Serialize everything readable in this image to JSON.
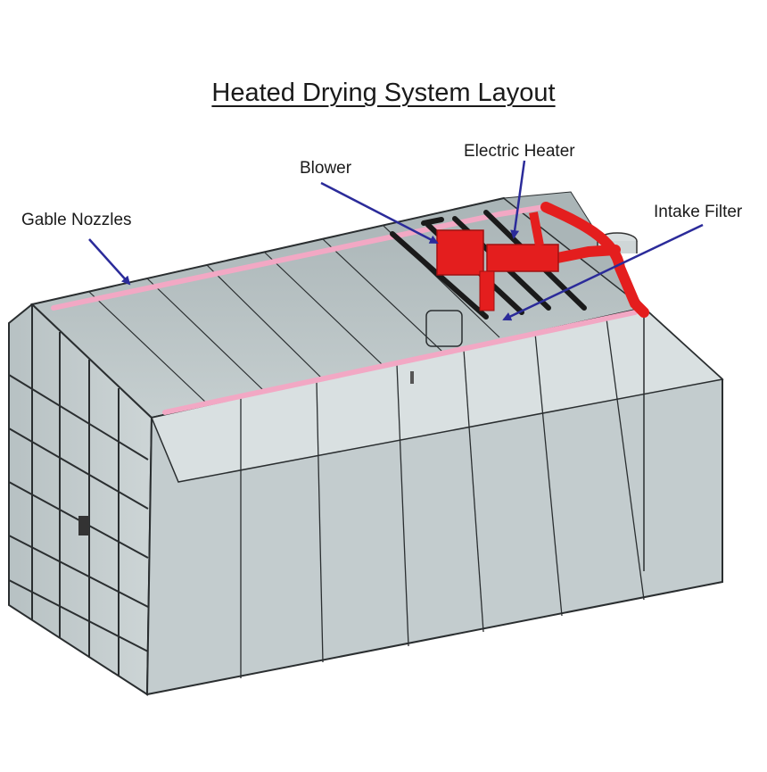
{
  "title": "Heated Drying System Layout",
  "labels": {
    "gable_nozzles": "Gable Nozzles",
    "blower": "Blower",
    "electric_heater": "Electric Heater",
    "intake_filter": "Intake Filter"
  },
  "colors": {
    "enclosure_fill": "#c9d2d3",
    "enclosure_line": "#2a2e30",
    "nozzle_pipe": "#f2a8c4",
    "blower_heater": "#e41e1e",
    "leader_arrow": "#2b2b9a",
    "support_bars": "#1a1a1a"
  }
}
